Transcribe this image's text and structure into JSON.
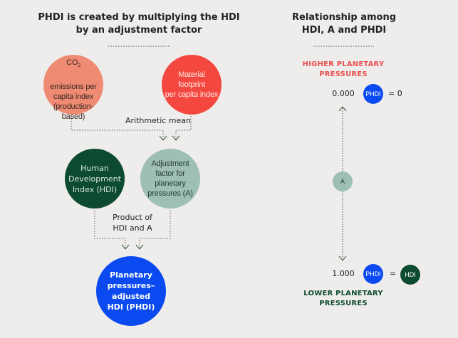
{
  "colors": {
    "background": "#efedeb",
    "co2": "#ef8a73",
    "material": "#f4473f",
    "hdi": "#0d4a32",
    "adjustment": "#9dbfb5",
    "phdi": "#0a4af0",
    "higher_pressure_text": "#e85050",
    "lower_pressure_text": "#0d4a32",
    "connector": "#555555"
  },
  "left_panel": {
    "title": "PHDI is created by multiplying the HDI\nby an adjustment factor",
    "co2_circle": {
      "label_prefix": "CO",
      "label_sub": "2",
      "label_rest": "emissions per\ncapita index\n(production-\nbased)"
    },
    "material_circle": {
      "label": "Material\nfootprint\nper capita index"
    },
    "arithmetic_mean_label": "Arithmetic mean",
    "hdi_circle": {
      "label": "Human\nDevelopment\nIndex (HDI)"
    },
    "adjustment_circle": {
      "label": "Adjustment\nfactor for\nplanetary\npressures (A)"
    },
    "product_label": "Product of\nHDI and A",
    "phdi_circle": {
      "label": "Planetary\npressures–\nadjusted\nHDI (PHDI)"
    }
  },
  "right_panel": {
    "title": "Relationship among\nHDI, A and PHDI",
    "higher_label": "HIGHER PLANETARY\nPRESSURES",
    "top_row": {
      "value": "0.000",
      "badge": "PHDI",
      "equals": "= 0"
    },
    "a_badge": "A",
    "bottom_row": {
      "value": "1.000",
      "badge": "PHDI",
      "equals": "=",
      "result_badge": "HDI"
    },
    "lower_label": "LOWER PLANETARY\nPRESSURES"
  }
}
